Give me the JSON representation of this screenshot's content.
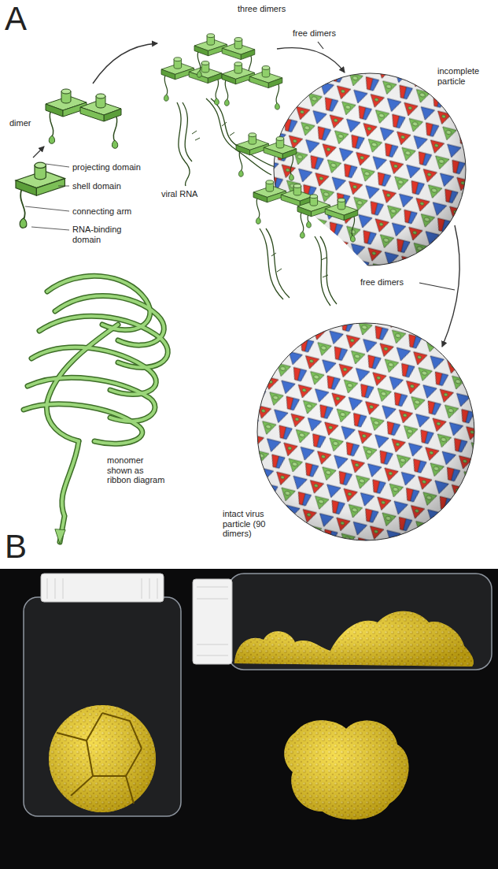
{
  "diagram": {
    "labels": [
      "A",
      "three dimers",
      "free dimers",
      "dimer",
      "incomplete particle",
      "projecting domain",
      "shell domain",
      "viral RNA",
      "connecting arm",
      "RNA-binding domain",
      "free dimers",
      "monomer shown as ribbon diagram",
      "intact virus particle (90 dimers)",
      "B"
    ]
  }
}
